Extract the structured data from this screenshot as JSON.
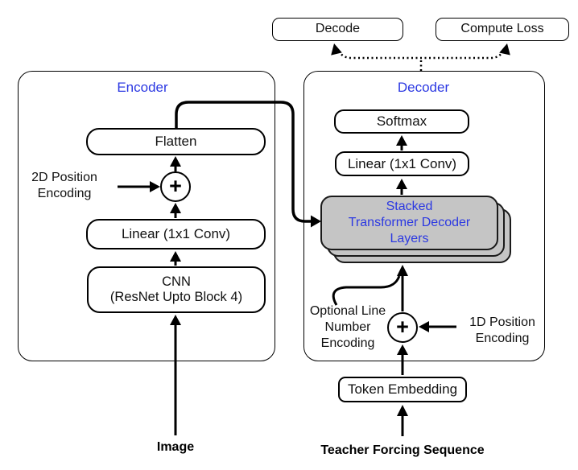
{
  "colors": {
    "accent_blue": "#2b38e2",
    "stack_gray": "#c5c5c5",
    "line_black": "#000000"
  },
  "outputs": {
    "decode_label": "Decode",
    "compute_loss_label": "Compute Loss"
  },
  "encoder": {
    "title": "Encoder",
    "flatten_label": "Flatten",
    "pos_encoding_line1": "2D Position",
    "pos_encoding_line2": "Encoding",
    "plus_symbol": "+",
    "linear_label": "Linear (1x1 Conv)",
    "cnn_line1": "CNN",
    "cnn_line2": "(ResNet Upto Block 4)",
    "input_label": "Image"
  },
  "decoder": {
    "title": "Decoder",
    "softmax_label": "Softmax",
    "linear_label": "Linear (1x1 Conv)",
    "stacked_line1": "Stacked",
    "stacked_line2": "Transformer Decoder",
    "stacked_line3": "Layers",
    "optional_line1": "Optional Line",
    "optional_line2": "Number",
    "optional_line3": "Encoding",
    "plus_symbol": "+",
    "pos_encoding_line1": "1D Position",
    "pos_encoding_line2": "Encoding",
    "token_embedding_label": "Token Embedding",
    "input_label": "Teacher Forcing Sequence"
  }
}
